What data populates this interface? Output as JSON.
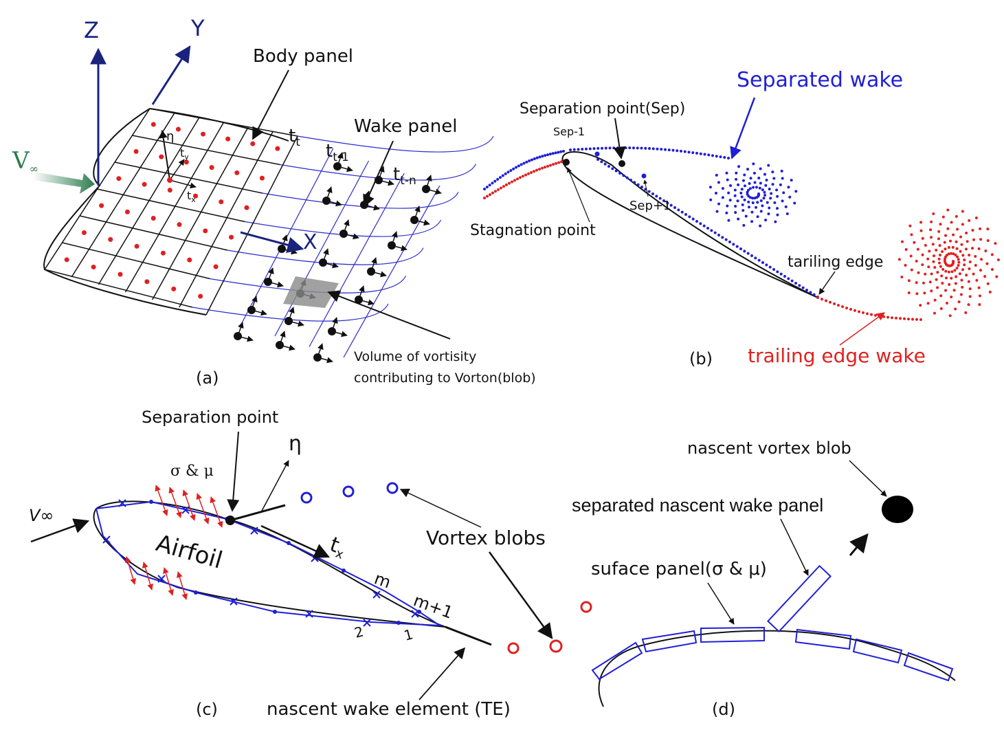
{
  "panel_a": {
    "axis_z": "Z",
    "axis_y": "Y",
    "axis_x": "X",
    "v_inf": "V",
    "v_inf_sub": "∞",
    "eta": "η",
    "t_y": "t",
    "t_y_sub": "y",
    "t_x": "t",
    "t_x_sub": "x",
    "body_panel": "Body panel",
    "wake_panel": "Wake panel",
    "t_t": "t",
    "t_t_sub": "t",
    "t_t1": "t",
    "t_t1_sub": "t-1",
    "t_tn": "t",
    "t_tn_sub": "t-n",
    "volume_line1": "Volume of vortisity",
    "volume_line2": "contributing to Vorton(blob)",
    "caption": "(a)"
  },
  "panel_b": {
    "separated_wake": "Separated wake",
    "separation_point": "Separation point(Sep)",
    "sep_minus": "Sep-1",
    "sep_plus": "Sep+1",
    "stagnation_point": "Stagnation point",
    "trailing_edge": "tariling edge",
    "trailing_edge_wake": "trailing edge wake",
    "caption": "(b)"
  },
  "panel_c": {
    "separation_point": "Separation point",
    "sigma_mu": "σ & μ",
    "eta": "η",
    "v_inf": "V∞",
    "airfoil": "Airfoil",
    "t_x": "t",
    "t_x_sub": "x",
    "m": "m",
    "m_plus_1": "m+1",
    "two": "2",
    "one": "1",
    "vortex_blobs": "Vortex blobs",
    "nascent_wake": "nascent wake element (TE)",
    "caption": "(c)"
  },
  "panel_d": {
    "nascent_vortex_blob": "nascent vortex blob",
    "separated_nascent_wake_panel": "separated nascent wake panel",
    "surface_panel": "suface panel(σ & μ)",
    "caption": "(d)"
  },
  "colors": {
    "navy": "#1a237e",
    "blue": "#1f1fd6",
    "red": "#e02020",
    "green": "#2e7d4f",
    "grey": "#9e9e9e"
  }
}
